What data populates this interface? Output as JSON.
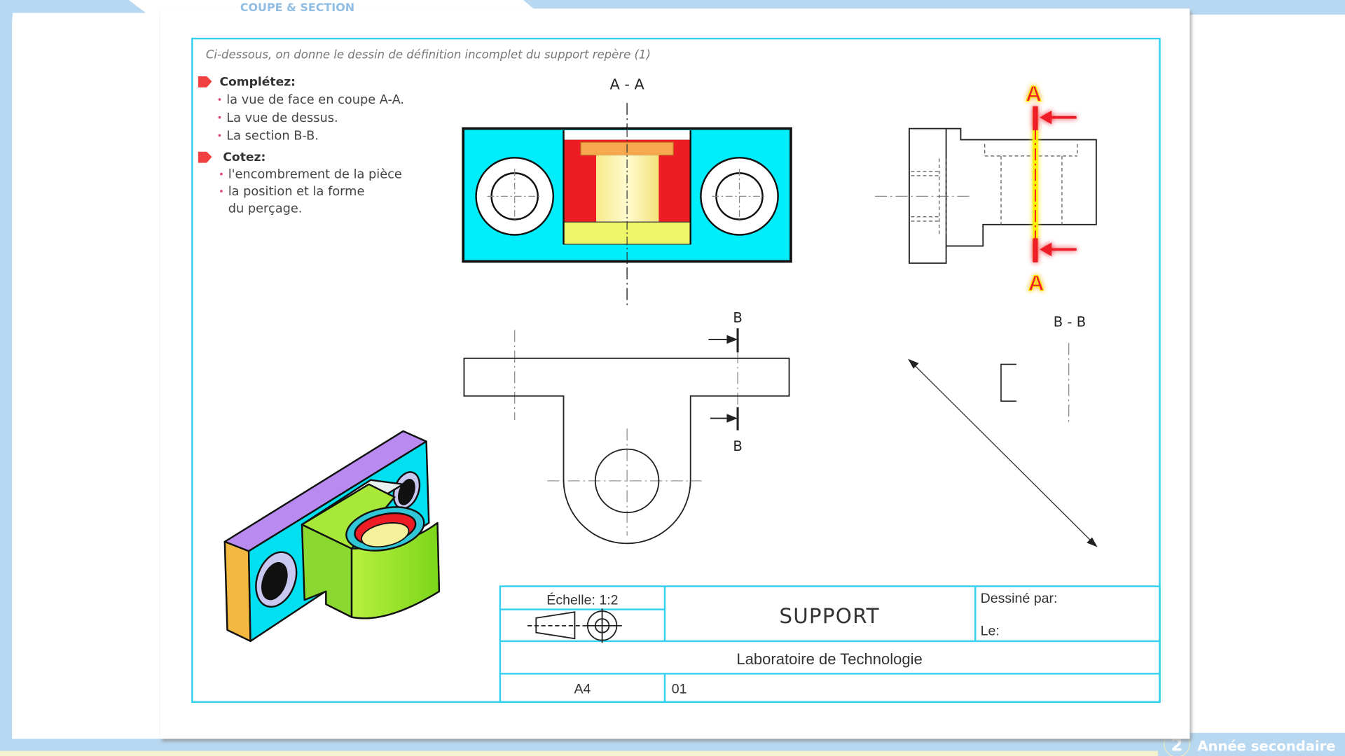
{
  "slide": {
    "header_title": "COUPE & SECTION",
    "footer_badge_number": "2",
    "footer_label": "Année secondaire"
  },
  "exercise": {
    "intro": "Ci-dessous, on donne  le dessin de définition incomplet du support   repère (1)",
    "instructions": [
      {
        "heading": "Complétez:",
        "items": [
          "la vue de face en coupe A-A.",
          "La vue de dessus.",
          "La section B-B."
        ]
      },
      {
        "heading": "Cotez:",
        "items": [
          "l'encombrement de la pièce",
          "la position et la forme",
          "du perçage."
        ]
      }
    ]
  },
  "drawing": {
    "section_aa_label": "A - A",
    "cut_plane_label_top": "A",
    "cut_plane_label_bottom": "A",
    "section_bb_label": "B - B",
    "cut_b_label_top": "B",
    "cut_b_label_bottom": "B"
  },
  "title_block": {
    "scale": "Échelle: 1:2",
    "title": "SUPPORT",
    "drawn_by": "Dessiné par:",
    "date": "Le:",
    "organization": "Laboratoire de Technologie",
    "format": "A4",
    "number": "01"
  },
  "colors": {
    "frame": "#33d0f0",
    "section_fill": "#00eefc",
    "hatch_red": "#ee1c25",
    "highlight_yellow": "#fff200",
    "banner_blue": "#b7d8f0"
  }
}
